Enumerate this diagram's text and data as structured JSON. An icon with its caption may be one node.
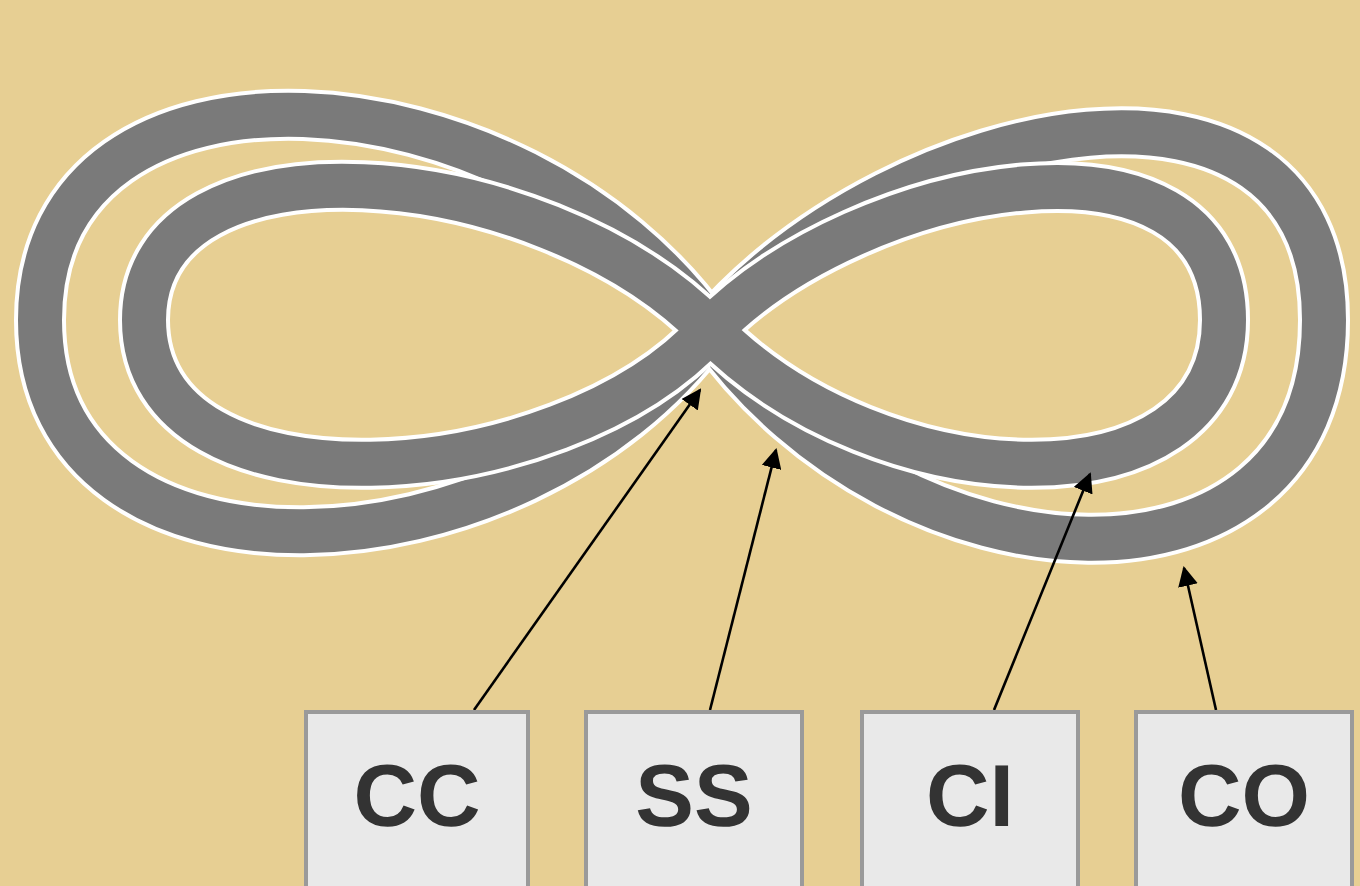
{
  "diagram": {
    "nodes": [
      {
        "text": [
          "CC"
        ]
      },
      {
        "text": [
          "SS"
        ]
      },
      {
        "text": [
          "CI"
        ]
      },
      {
        "text": [
          "CO"
        ]
      }
    ],
    "edges": [
      {
        "from": 0,
        "to": null,
        "arrow": "to"
      },
      {
        "from": 1,
        "to": null,
        "arrow": "to"
      },
      {
        "from": 2,
        "to": null,
        "arrow": "to"
      },
      {
        "from": 3,
        "to": null,
        "arrow": "to"
      }
    ]
  }
}
